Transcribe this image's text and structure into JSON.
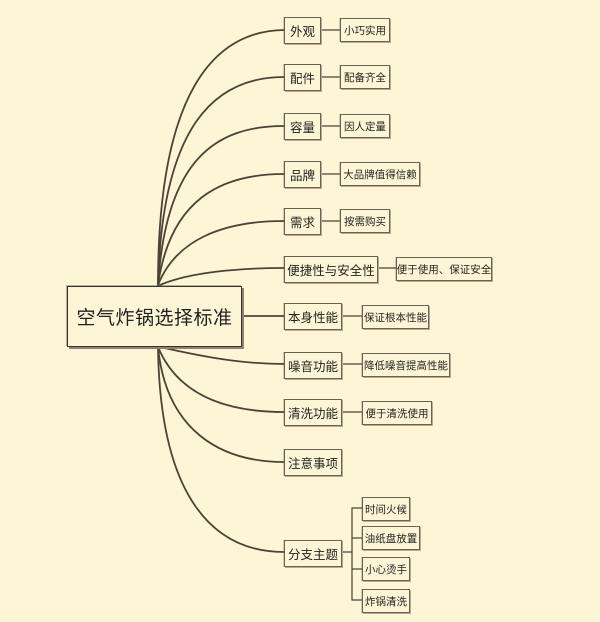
{
  "root": {
    "label": "空气炸锅选择标准"
  },
  "branches": [
    {
      "label": "外观",
      "children": [
        "小巧实用"
      ]
    },
    {
      "label": "配件",
      "children": [
        "配备齐全"
      ]
    },
    {
      "label": "容量",
      "children": [
        "因人定量"
      ]
    },
    {
      "label": "品牌",
      "children": [
        "大品牌值得信赖"
      ]
    },
    {
      "label": "需求",
      "children": [
        "按需购买"
      ]
    },
    {
      "label": "便捷性与安全性",
      "children": [
        "便于使用、保证安全"
      ]
    },
    {
      "label": "本身性能",
      "children": [
        "保证根本性能"
      ]
    },
    {
      "label": "噪音功能",
      "children": [
        "降低噪音提高性能"
      ]
    },
    {
      "label": "清洗功能",
      "children": [
        "便于清洗使用"
      ]
    },
    {
      "label": "注意事项",
      "children": []
    },
    {
      "label": "分支主题",
      "children": [
        "时间火候",
        "油纸盘放置",
        "小心烫手",
        "炸锅清洗"
      ]
    }
  ],
  "colors": {
    "background": "#fdf6d6",
    "line": "#4a4438",
    "border": "#6b6154"
  }
}
